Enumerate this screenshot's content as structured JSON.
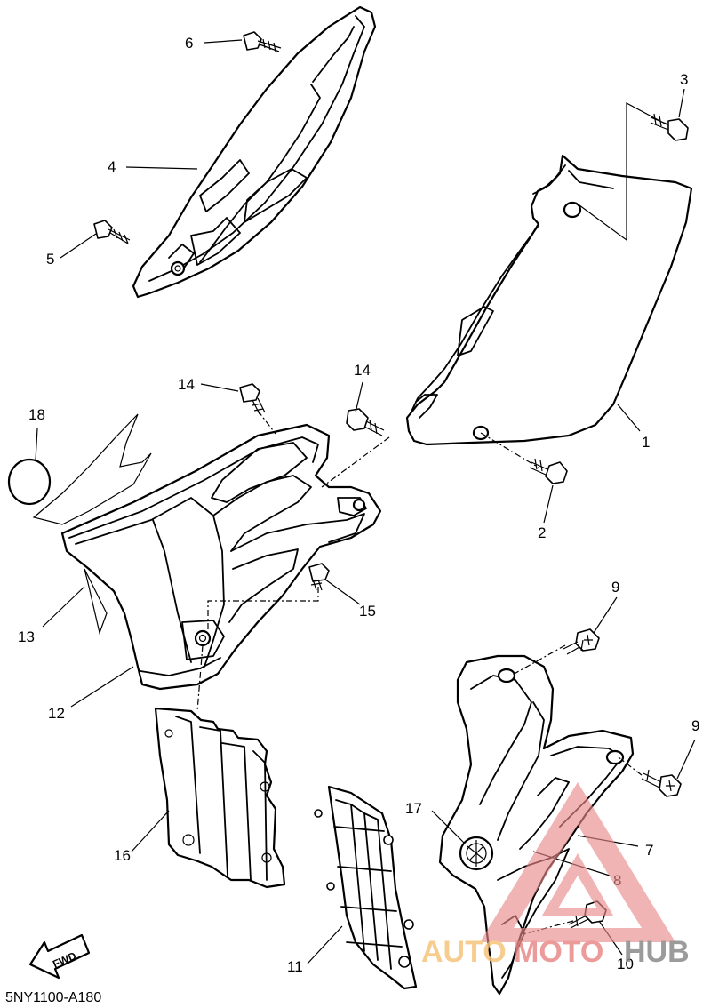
{
  "diagram": {
    "code": "5NY1100-A180",
    "fwd_label": "FWD",
    "callouts": {
      "c1": "1",
      "c2": "2",
      "c3": "3",
      "c4": "4",
      "c5": "5",
      "c6": "6",
      "c7": "7",
      "c8": "8",
      "c9a": "9",
      "c9b": "9",
      "c10": "10",
      "c11": "11",
      "c12": "12",
      "c13": "13",
      "c14a": "14",
      "c14b": "14",
      "c15": "15",
      "c16": "16",
      "c17": "17",
      "c18": "18"
    }
  },
  "watermark": {
    "auto": "AUTO",
    "moto": "MOTO",
    "hub": "HUB",
    "colors": {
      "triangle": "#e98a8a",
      "auto": "#f6c47c",
      "hub": "#8a8a8a"
    }
  }
}
